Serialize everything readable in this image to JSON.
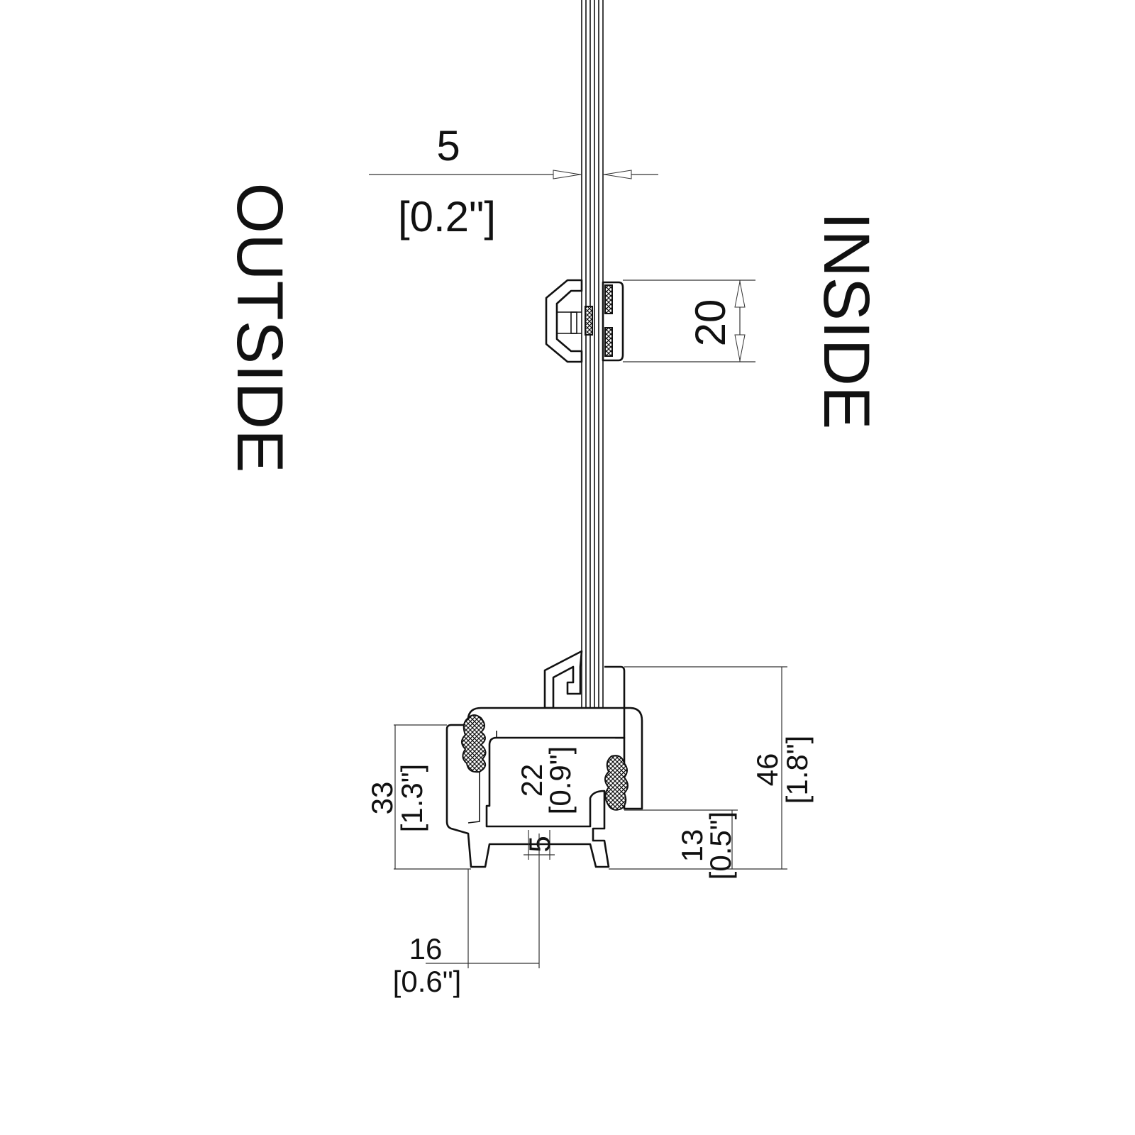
{
  "labels": {
    "outside": "OUTSIDE",
    "inside": "INSIDE"
  },
  "dimensions": {
    "glass_thickness": {
      "mm": "5",
      "inch": "[0.2\"]"
    },
    "clip_height": {
      "mm": "20"
    },
    "profile_total_height": {
      "mm": "46",
      "inch": "[1.8\"]"
    },
    "profile_body_height": {
      "mm": "33",
      "inch": "[1.3\"]"
    },
    "profile_inner_height": {
      "mm": "22",
      "inch": "[0.9\"]"
    },
    "slot_width": {
      "mm": "5"
    },
    "bottom_flange_height": {
      "mm": "13",
      "inch": "[0.5\"]"
    },
    "offset_width": {
      "mm": "16",
      "inch": "[0.6\"]"
    }
  },
  "colors": {
    "line": "#111111",
    "background": "#ffffff"
  }
}
